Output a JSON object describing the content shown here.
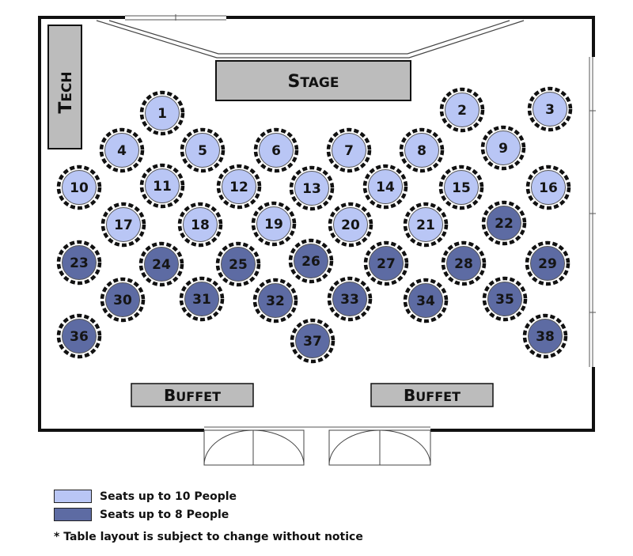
{
  "stage": {
    "label": "Stage"
  },
  "tech": {
    "label": "Tech"
  },
  "buffets": [
    {
      "label": "Buffet"
    },
    {
      "label": "Buffet"
    }
  ],
  "colors": {
    "ten_seat": "#b9c6f5",
    "eight_seat": "#5d6ba3"
  },
  "tables": [
    {
      "number": "1",
      "seats": 10
    },
    {
      "number": "2",
      "seats": 10
    },
    {
      "number": "3",
      "seats": 10
    },
    {
      "number": "4",
      "seats": 10
    },
    {
      "number": "5",
      "seats": 10
    },
    {
      "number": "6",
      "seats": 10
    },
    {
      "number": "7",
      "seats": 10
    },
    {
      "number": "8",
      "seats": 10
    },
    {
      "number": "9",
      "seats": 10
    },
    {
      "number": "10",
      "seats": 10
    },
    {
      "number": "11",
      "seats": 10
    },
    {
      "number": "12",
      "seats": 10
    },
    {
      "number": "13",
      "seats": 10
    },
    {
      "number": "14",
      "seats": 10
    },
    {
      "number": "15",
      "seats": 10
    },
    {
      "number": "16",
      "seats": 10
    },
    {
      "number": "17",
      "seats": 10
    },
    {
      "number": "18",
      "seats": 10
    },
    {
      "number": "19",
      "seats": 10
    },
    {
      "number": "20",
      "seats": 10
    },
    {
      "number": "21",
      "seats": 10
    },
    {
      "number": "22",
      "seats": 8
    },
    {
      "number": "23",
      "seats": 8
    },
    {
      "number": "24",
      "seats": 8
    },
    {
      "number": "25",
      "seats": 8
    },
    {
      "number": "26",
      "seats": 8
    },
    {
      "number": "27",
      "seats": 8
    },
    {
      "number": "28",
      "seats": 8
    },
    {
      "number": "29",
      "seats": 8
    },
    {
      "number": "30",
      "seats": 8
    },
    {
      "number": "31",
      "seats": 8
    },
    {
      "number": "32",
      "seats": 8
    },
    {
      "number": "33",
      "seats": 8
    },
    {
      "number": "34",
      "seats": 8
    },
    {
      "number": "35",
      "seats": 8
    },
    {
      "number": "36",
      "seats": 8
    },
    {
      "number": "37",
      "seats": 8
    },
    {
      "number": "38",
      "seats": 8
    }
  ],
  "legend": {
    "ten_label": "Seats up to 10 People",
    "eight_label": "Seats up to 8 People"
  },
  "note": "* Table layout is subject to change without notice"
}
